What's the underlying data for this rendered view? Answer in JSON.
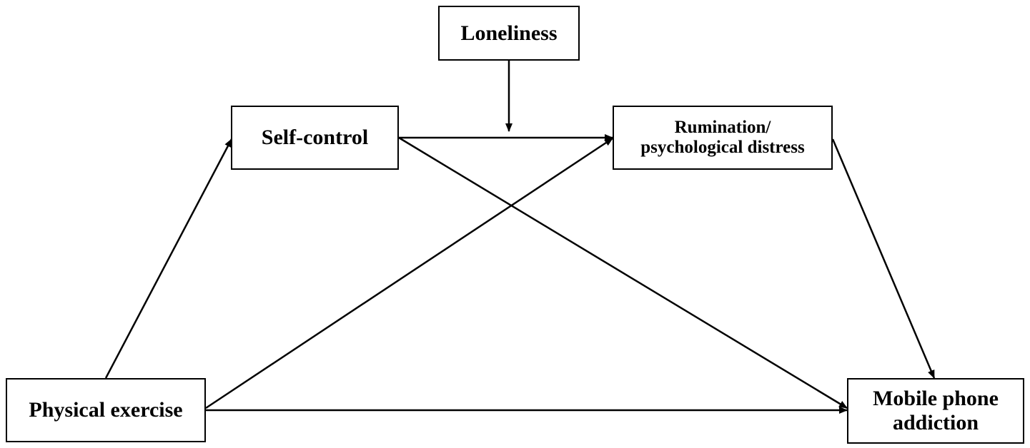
{
  "diagram": {
    "colors": {
      "stroke": "#000000",
      "background": "#ffffff"
    },
    "nodes": {
      "loneliness": {
        "lines": [
          "Loneliness"
        ]
      },
      "self_control": {
        "lines": [
          "Self-control"
        ]
      },
      "rumination": {
        "lines": [
          "Rumination/",
          "psychological distress"
        ]
      },
      "physical_exercise": {
        "lines": [
          "Physical exercise"
        ]
      },
      "mobile_phone_addiction": {
        "lines": [
          "Mobile phone",
          "addiction"
        ]
      }
    },
    "edges": [
      {
        "from": "Physical exercise",
        "to": "Self-control",
        "type": "path"
      },
      {
        "from": "Physical exercise",
        "to": "Rumination/psychological distress",
        "type": "path"
      },
      {
        "from": "Physical exercise",
        "to": "Mobile phone addiction",
        "type": "path"
      },
      {
        "from": "Self-control",
        "to": "Rumination/psychological distress",
        "type": "path"
      },
      {
        "from": "Self-control",
        "to": "Mobile phone addiction",
        "type": "path"
      },
      {
        "from": "Rumination/psychological distress",
        "to": "Mobile phone addiction",
        "type": "path"
      },
      {
        "from": "Loneliness",
        "to": "Self-control → Rumination/psychological distress",
        "type": "moderation"
      }
    ]
  }
}
